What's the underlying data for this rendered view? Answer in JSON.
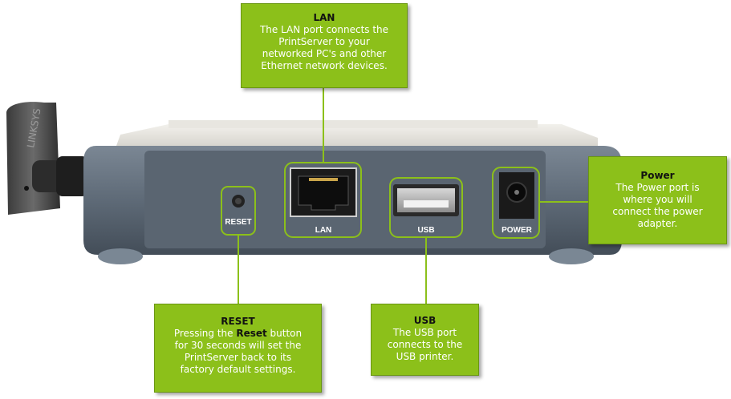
{
  "labels": {
    "reset_port": "RESET",
    "lan_port": "LAN",
    "usb_port": "USB",
    "power_port": "POWER",
    "antenna_brand": "LINKSYS"
  },
  "callouts": {
    "lan": {
      "title": "LAN",
      "lines": [
        "The LAN port connects the",
        "PrintServer to your",
        "networked PC's and other",
        "Ethernet network devices."
      ]
    },
    "power": {
      "title": "Power",
      "lines": [
        "The Power port is",
        "where you will",
        "connect the power",
        "adapter."
      ]
    },
    "reset": {
      "title": "RESET",
      "line1_pre": "Pressing the ",
      "line1_bold": "Reset",
      "line1_post": " button",
      "lines": [
        "for 30 seconds will set the",
        "PrintServer back to its",
        "factory default settings."
      ]
    },
    "usb": {
      "title": "USB",
      "lines": [
        "The USB port",
        "connects to the",
        "USB printer."
      ]
    }
  },
  "colors": {
    "callout_green": "#8cc01a",
    "device_grey": "#5f6b78",
    "device_dark": "#4a5561",
    "panel_cream": "#e4e2dc"
  }
}
